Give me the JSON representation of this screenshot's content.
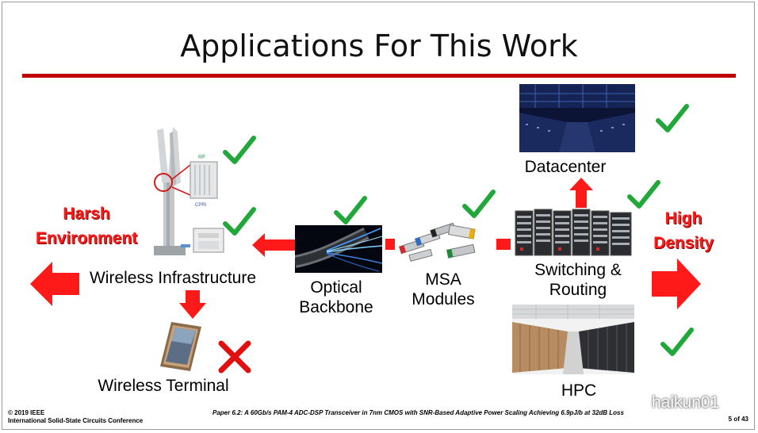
{
  "slide": {
    "title": "Applications For This Work",
    "labels": {
      "harsh_line1": "Harsh",
      "harsh_line2": "Environment",
      "high_line1": "High",
      "high_line2": "Density",
      "wireless_infrastructure": "Wireless Infrastructure",
      "wireless_terminal": "Wireless Terminal",
      "optical_line1": "Optical",
      "optical_line2": "Backbone",
      "msa_line1": "MSA",
      "msa_line2": "Modules",
      "switching_line1": "Switching &",
      "switching_line2": "Routing",
      "datacenter": "Datacenter",
      "hpc": "HPC",
      "rf_tag": "RF",
      "cpri_tag": "CPRI"
    },
    "footer": {
      "copyright_line1": "© 2019 IEEE",
      "copyright_line2": "International Solid-State Circuits Conference",
      "paper": "Paper 6.2: A 60Gb/s PAM-4 ADC-DSP Transceiver in 7nm CMOS with SNR-Based Adaptive Power Scaling Achieving 6.9pJ/b at 32dB Loss",
      "page": "5 of 43"
    },
    "watermark": "haikun01",
    "colors": {
      "accent_red": "#c00000",
      "arrow_red": "#ff1a1a",
      "check_green": "#22a83a",
      "cross_red": "#e01010"
    }
  }
}
